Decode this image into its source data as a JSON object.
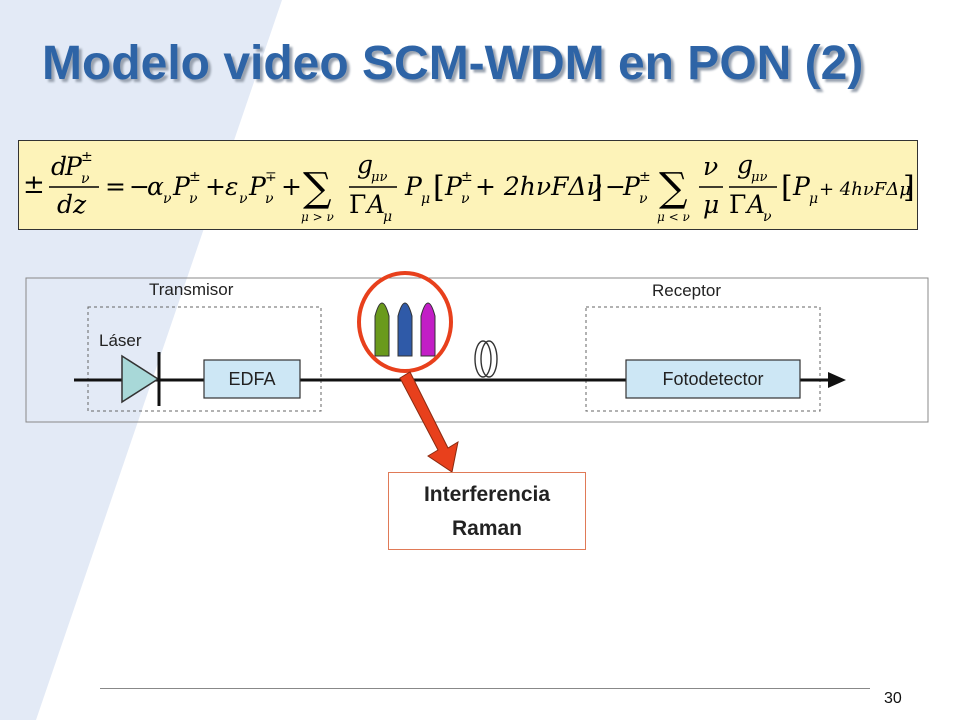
{
  "title": "Modelo video SCM-WDM en PON (2)",
  "colors": {
    "title": "#2e64a6",
    "equation_bg": "#fdf3b9",
    "highlight_circle": "#e8401c",
    "arrow": "#e8401c",
    "pulse_green": "#6a9a1c",
    "pulse_blue": "#2f5aa8",
    "pulse_magenta": "#c21ec6",
    "laser_fill": "#a8d8d8",
    "edfa_fill": "#cde7f5",
    "decor_band": "#e3eaf6"
  },
  "equation": {
    "description": "Raman interaction power-evolution equation",
    "term_pm": "±",
    "d": "d",
    "dz": "dz",
    "P": "P",
    "sub_nu": "ν",
    "sup_pm": "±",
    "sup_mp": "∓",
    "equals": "=",
    "minus": "−",
    "plus": "+",
    "alpha": "α",
    "epsilon": "ε",
    "sum": "∑",
    "sum_sub1": "μ > ν",
    "sum_sub2": "μ < ν",
    "g": "g",
    "sub_munu": "μν",
    "Gamma": "Γ",
    "A": "A",
    "sub_mu": "μ",
    "bracket1_tail": "+ 2hνFΔν",
    "bracket2_tail": "+ 4hνFΔμ",
    "nu": "ν",
    "mu": "μ",
    "lbr": "[",
    "rbr": "]"
  },
  "diagram": {
    "transmitter_label": "Transmisor",
    "receiver_label": "Receptor",
    "laser_label": "Láser",
    "edfa_label": "EDFA",
    "photodetector_label": "Fotodetector"
  },
  "callout": {
    "line1": "Interferencia",
    "line2": "Raman"
  },
  "page_number": "30"
}
